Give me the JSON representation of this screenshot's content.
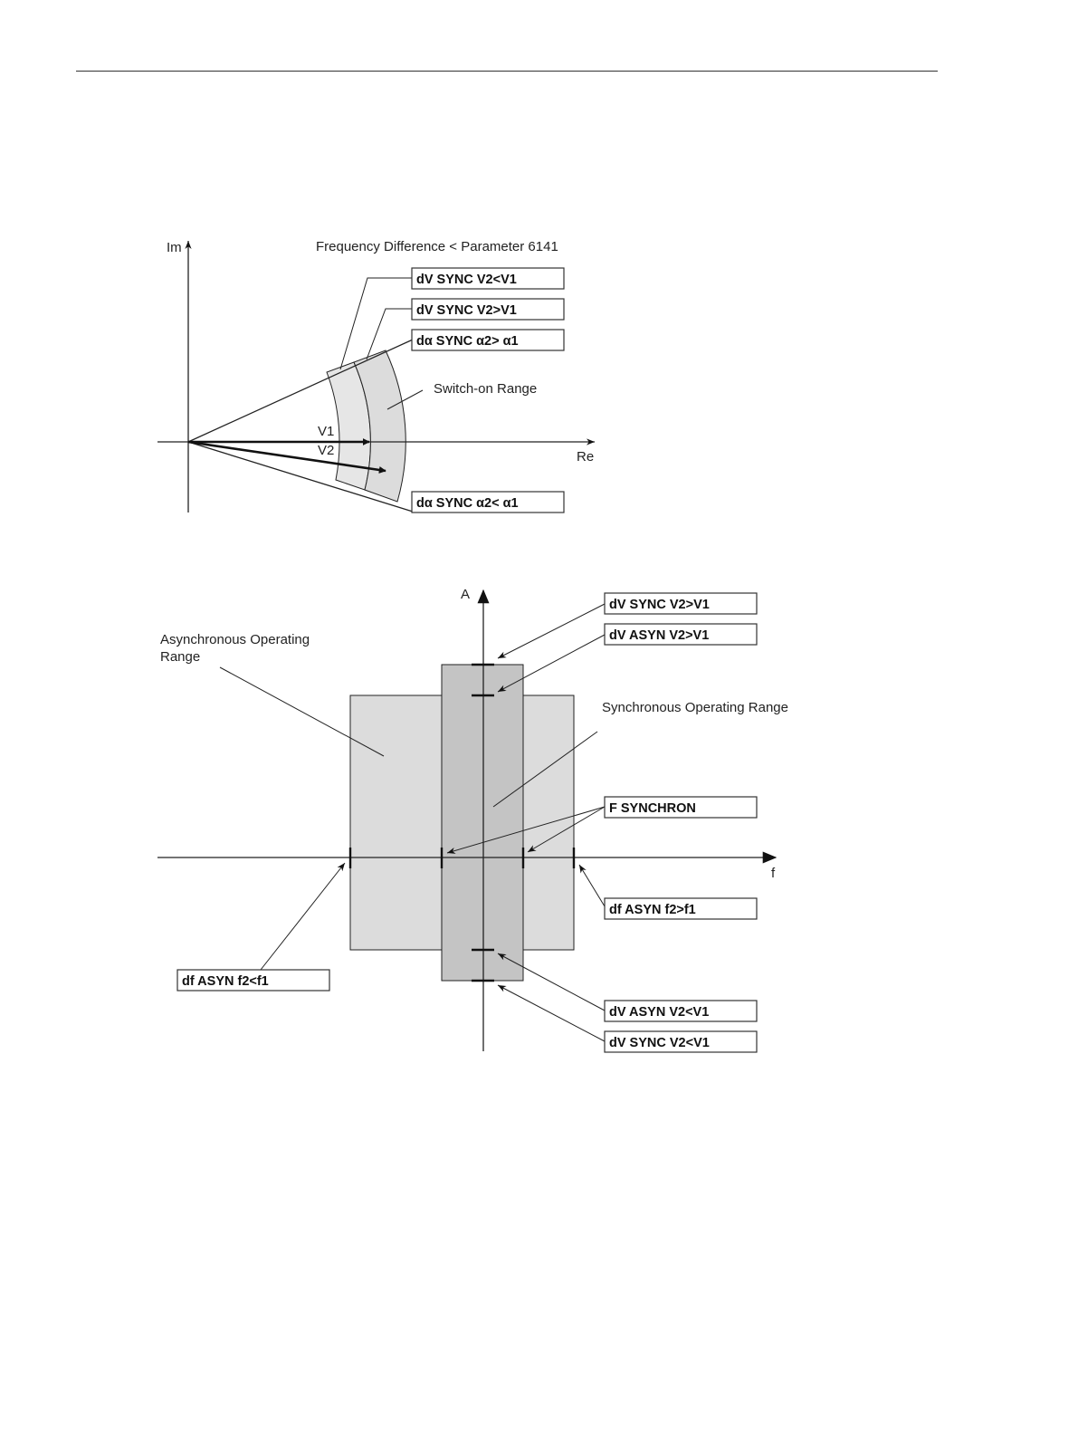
{
  "diagram1": {
    "title": "Frequency Difference < Parameter 6141",
    "axis_im": "Im",
    "axis_re": "Re",
    "vector_v1": "V1",
    "vector_v2": "V2",
    "region_label": "Switch-on Range",
    "box_dv_sync_v2_lt_v1": "dV SYNC V2<V1",
    "box_dv_sync_v2_gt_v1": "dV SYNC V2>V1",
    "box_da_sync_a2_gt_a1": "dα SYNC α2> α1",
    "box_da_sync_a2_lt_a1": "dα SYNC α2< α1"
  },
  "diagram2": {
    "axis_a": "A",
    "axis_f": "f",
    "async_label_line1": "Asynchronous Operating",
    "async_label_line2": "Range",
    "sync_label": "Synchronous Operating Range",
    "box_dv_sync_v2_gt_v1": "dV SYNC V2>V1",
    "box_dv_asyn_v2_gt_v1": "dV ASYN V2>V1",
    "box_f_synchron": "F SYNCHRON",
    "box_df_asyn_f2_gt_f1": "df ASYN f2>f1",
    "box_df_asyn_f2_lt_f1": "df ASYN f2<f1",
    "box_dv_asyn_v2_lt_v1": "dV ASYN V2<V1",
    "box_dv_sync_v2_lt_v1": "dV SYNC V2<V1"
  },
  "colors": {
    "region_light": "#e6e6e6",
    "region_mid": "#dcdcdc",
    "region_dark": "#c4c4c4",
    "line": "#222222"
  }
}
